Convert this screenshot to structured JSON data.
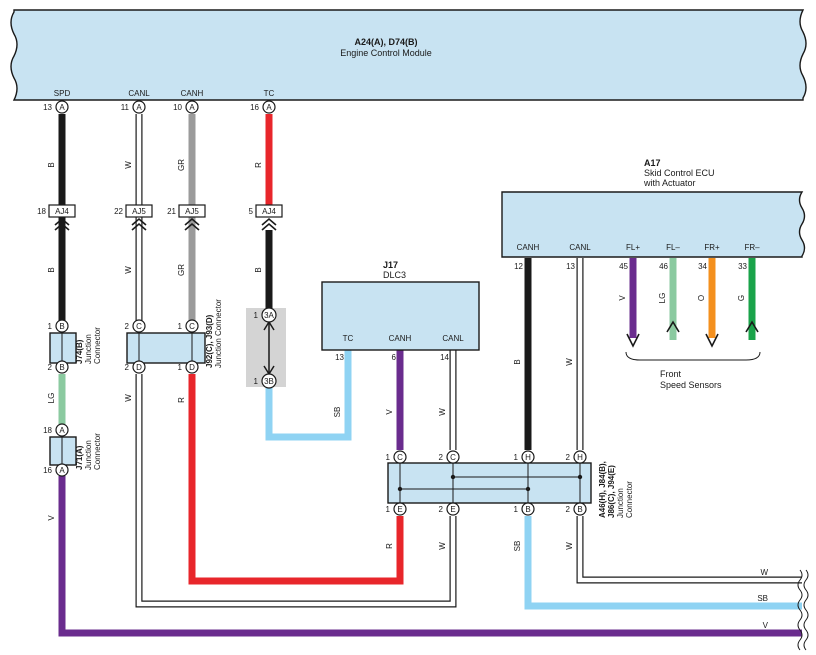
{
  "colors": {
    "module_fill": "#c8e3f2",
    "black": "#1a1a1a",
    "gray": "#9b9b9b",
    "white_wire": "#ffffff",
    "red": "#e8262b",
    "purple": "#6a2c8e",
    "light_green": "#8bcaa0",
    "light_blue": "#8fd3f3",
    "orange": "#f4901e",
    "green": "#1aa34a",
    "short_pin_gray": "#d4d4d4"
  },
  "ecm": {
    "title": "A24(A), D74(B)",
    "name": "Engine Control Module",
    "pins": [
      {
        "label": "SPD",
        "num": "13",
        "letter": "A"
      },
      {
        "label": "CANL",
        "num": "11",
        "letter": "A"
      },
      {
        "label": "CANH",
        "num": "10",
        "letter": "A"
      },
      {
        "label": "TC",
        "num": "16",
        "letter": "A"
      }
    ]
  },
  "skid_ecu": {
    "title": "A17",
    "name_line1": "Skid Control ECU",
    "name_line2": "with Actuator",
    "pins": [
      {
        "label": "CANH",
        "num": "12"
      },
      {
        "label": "CANL",
        "num": "13"
      },
      {
        "label": "FL+",
        "num": "45"
      },
      {
        "label": "FL–",
        "num": "46"
      },
      {
        "label": "FR+",
        "num": "34"
      },
      {
        "label": "FR–",
        "num": "33"
      }
    ]
  },
  "dlc3": {
    "title": "J17",
    "name": "DLC3",
    "pins": [
      {
        "label": "TC",
        "num": "13"
      },
      {
        "label": "CANH",
        "num": "6"
      },
      {
        "label": "CANL",
        "num": "14"
      }
    ]
  },
  "front_speed_sensors": {
    "line1": "Front",
    "line2": "Speed Sensors"
  },
  "inline_connectors": [
    {
      "num": "18",
      "label": "AJ4"
    },
    {
      "num": "22",
      "label": "AJ5"
    },
    {
      "num": "21",
      "label": "AJ5"
    },
    {
      "num": "5",
      "label": "AJ4"
    }
  ],
  "junction_connectors": {
    "j74": {
      "title": "J74(B)",
      "line1": "Junction",
      "line2": "Connector",
      "pins": [
        {
          "num": "1",
          "letter": "B"
        },
        {
          "num": "2",
          "letter": "B"
        }
      ]
    },
    "j71": {
      "title": "J71(A)",
      "line1": "Junction",
      "line2": "Connector",
      "pins": [
        {
          "num": "18",
          "letter": "A"
        },
        {
          "num": "16",
          "letter": "A"
        }
      ]
    },
    "j92": {
      "title": "J92(C), J93(D)",
      "line1": "Junction Connector",
      "pins": [
        {
          "num": "2",
          "letter": "C"
        },
        {
          "num": "1",
          "letter": "C"
        },
        {
          "num": "2",
          "letter": "D"
        },
        {
          "num": "1",
          "letter": "D"
        }
      ]
    },
    "short": {
      "pins": [
        {
          "num": "1",
          "letter": "3A"
        },
        {
          "num": "1",
          "letter": "3B"
        }
      ]
    },
    "a46": {
      "title_line1": "A46(H), J84(B),",
      "title_line2": "J86(C), J94(E)",
      "line1": "Junction",
      "line2": "Connector",
      "top_pins": [
        {
          "num": "1",
          "letter": "C"
        },
        {
          "num": "2",
          "letter": "C"
        },
        {
          "num": "1",
          "letter": "H"
        },
        {
          "num": "2",
          "letter": "H"
        }
      ],
      "bottom_pins": [
        {
          "num": "1",
          "letter": "E"
        },
        {
          "num": "2",
          "letter": "E"
        },
        {
          "num": "1",
          "letter": "B"
        },
        {
          "num": "2",
          "letter": "B"
        }
      ]
    }
  },
  "wire_labels": {
    "spd_top": "B",
    "spd_mid": "B",
    "lg": "LG",
    "v_left": "V",
    "canl_top": "W",
    "canl_mid": "W",
    "canl_low": "W",
    "canh_top": "GR",
    "canh_mid": "GR",
    "canh_low": "R",
    "tc_top": "R",
    "tc_mid": "B",
    "tc_sb": "SB",
    "dlc_v": "V",
    "dlc_w": "W",
    "skid_b": "B",
    "skid_w": "W",
    "fl_plus": "V",
    "fl_minus": "LG",
    "fr_plus": "O",
    "fr_minus": "G",
    "bottom_r": "R",
    "bottom_w": "W",
    "bottom_sb": "SB",
    "bottom_w2": "W"
  },
  "continuation_labels": {
    "w": "W",
    "sb": "SB",
    "v": "V"
  }
}
